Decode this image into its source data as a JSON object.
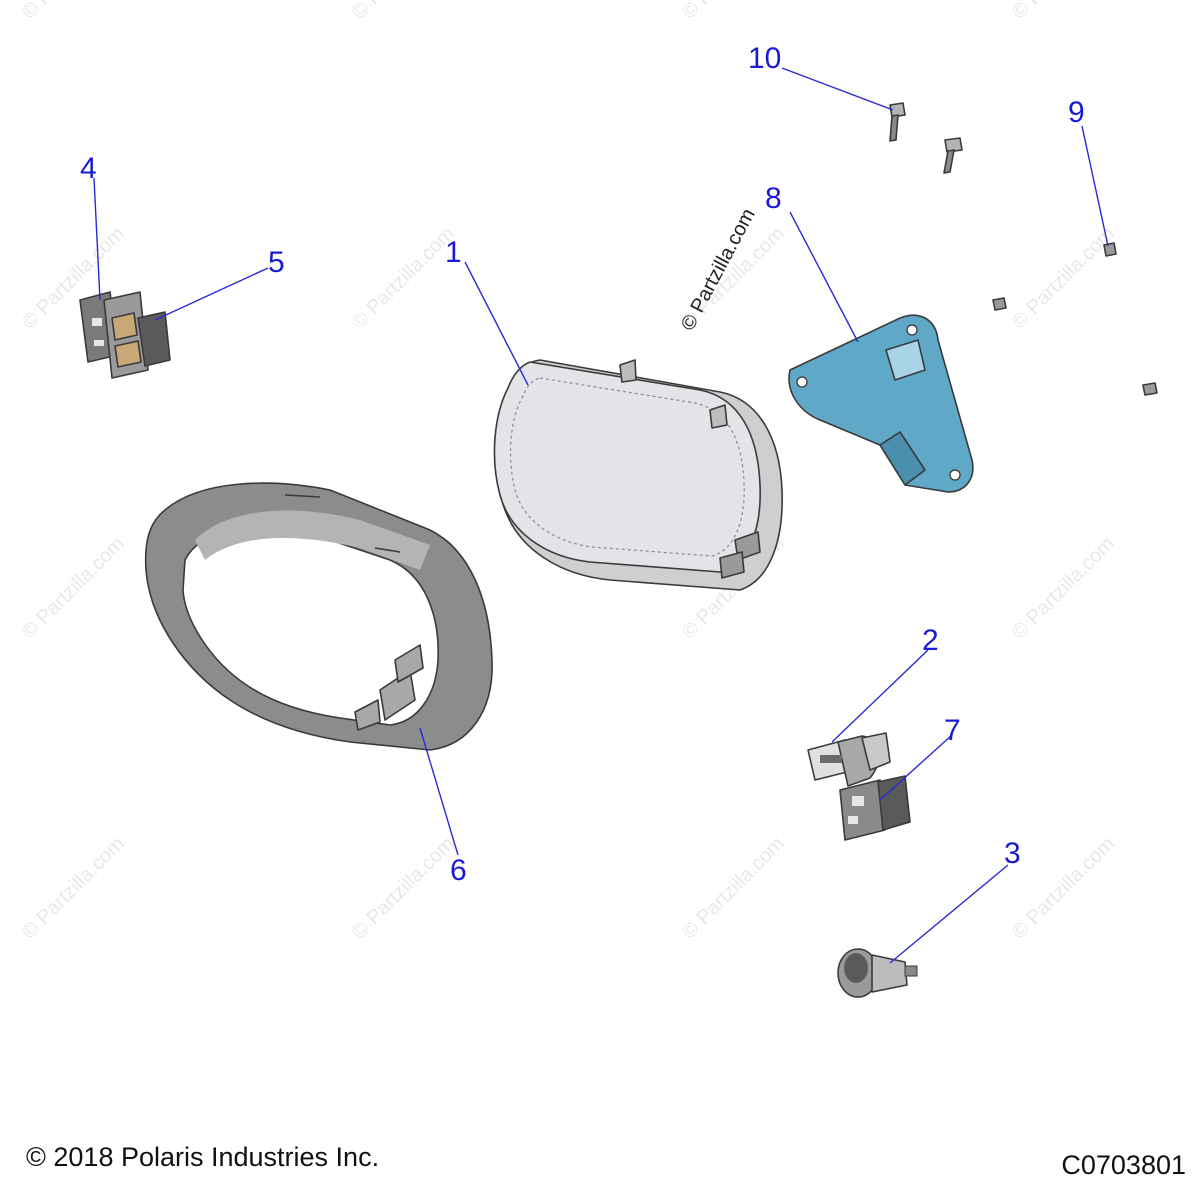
{
  "watermark": {
    "text": "© Partzilla.com",
    "center_text": "© Partzilla.com"
  },
  "callouts": [
    {
      "id": "1",
      "label": "1"
    },
    {
      "id": "2",
      "label": "2"
    },
    {
      "id": "3",
      "label": "3"
    },
    {
      "id": "4",
      "label": "4"
    },
    {
      "id": "5",
      "label": "5"
    },
    {
      "id": "6",
      "label": "6"
    },
    {
      "id": "7",
      "label": "7"
    },
    {
      "id": "8",
      "label": "8"
    },
    {
      "id": "9",
      "label": "9"
    },
    {
      "id": "10",
      "label": "10"
    }
  ],
  "footer": {
    "copyright": "© 2018 Polaris Industries Inc.",
    "diagram_code": "C0703801"
  },
  "colors": {
    "callout": "#1a1ad6",
    "bracket": "#5fa8c8",
    "bezel": "#8c8c8c",
    "lens": "#e4e4e8"
  }
}
